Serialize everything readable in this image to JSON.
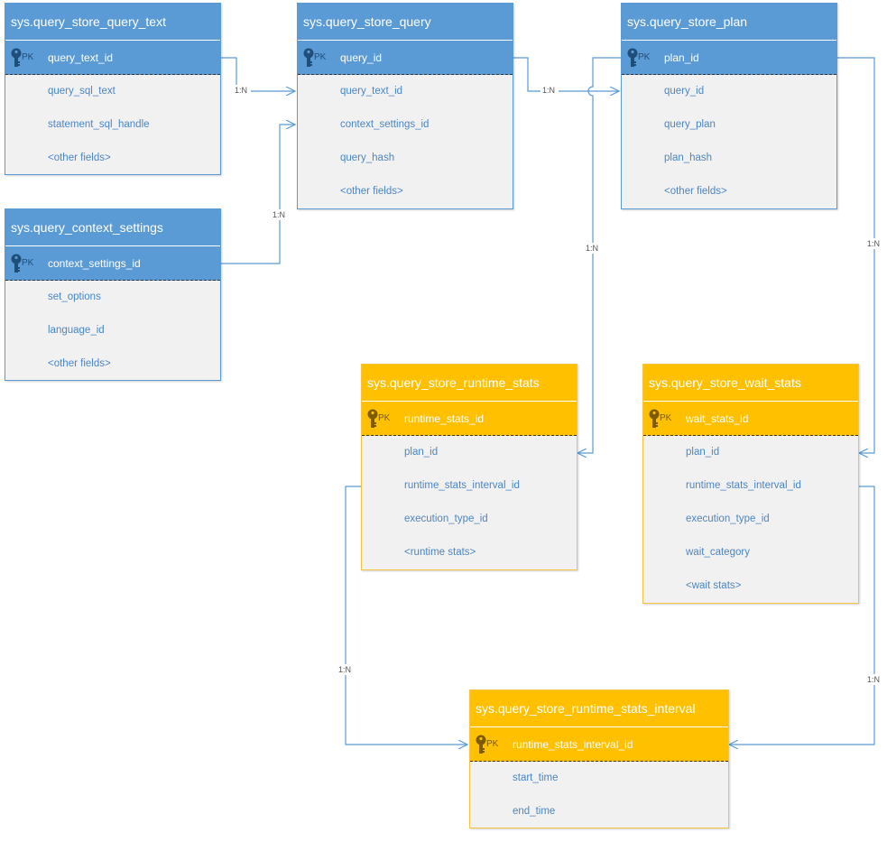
{
  "entities": {
    "query_text": {
      "title": "sys.query_store_query_text",
      "pk_label": "PK",
      "pk_field": "query_text_id",
      "fields": [
        "query_sql_text",
        "statement_sql_handle",
        "<other fields>"
      ]
    },
    "query": {
      "title": "sys.query_store_query",
      "pk_label": "PK",
      "pk_field": "query_id",
      "fields": [
        "query_text_id",
        "context_settings_id",
        "query_hash",
        "<other fields>"
      ]
    },
    "plan": {
      "title": "sys.query_store_plan",
      "pk_label": "PK",
      "pk_field": "plan_id",
      "fields": [
        "query_id",
        "query_plan",
        "plan_hash",
        "<other fields>"
      ]
    },
    "context_settings": {
      "title": "sys.query_context_settings",
      "pk_label": "PK",
      "pk_field": "context_settings_id",
      "fields": [
        "set_options",
        "language_id",
        "<other fields>"
      ]
    },
    "runtime_stats": {
      "title": "sys.query_store_runtime_stats",
      "pk_label": "PK",
      "pk_field": "runtime_stats_id",
      "fields": [
        "plan_id",
        "runtime_stats_interval_id",
        "execution_type_id",
        "<runtime stats>"
      ]
    },
    "wait_stats": {
      "title": "sys.query_store_wait_stats",
      "pk_label": "PK",
      "pk_field": "wait_stats_id",
      "fields": [
        "plan_id",
        "runtime_stats_interval_id",
        "execution_type_id",
        "wait_category",
        "<wait stats>"
      ]
    },
    "runtime_stats_interval": {
      "title": "sys.query_store_runtime_stats_interval",
      "pk_label": "PK",
      "pk_field": "runtime_stats_interval_id",
      "fields": [
        "start_time",
        "end_time"
      ]
    }
  },
  "relationships": [
    {
      "from": "query_text.query_text_id",
      "to": "query.query_text_id",
      "cardinality": "1:N"
    },
    {
      "from": "query.query_id",
      "to": "plan.query_id",
      "cardinality": "1:N"
    },
    {
      "from": "context_settings.context_settings_id",
      "to": "query.context_settings_id",
      "cardinality": "1:N"
    },
    {
      "from": "plan.plan_id",
      "to": "runtime_stats.plan_id",
      "cardinality": "1:N"
    },
    {
      "from": "plan.plan_id",
      "to": "wait_stats.plan_id",
      "cardinality": "1:N"
    },
    {
      "from": "runtime_stats.runtime_stats_interval_id",
      "to": "runtime_stats_interval.runtime_stats_interval_id",
      "cardinality": "1:N"
    },
    {
      "from": "wait_stats.runtime_stats_interval_id",
      "to": "runtime_stats_interval.runtime_stats_interval_id",
      "cardinality": "1:N"
    }
  ],
  "colors": {
    "blue_header": "#5b9bd5",
    "orange_header": "#ffc000",
    "field_text": "#4a86c5",
    "connector": "#5b9bd5"
  }
}
